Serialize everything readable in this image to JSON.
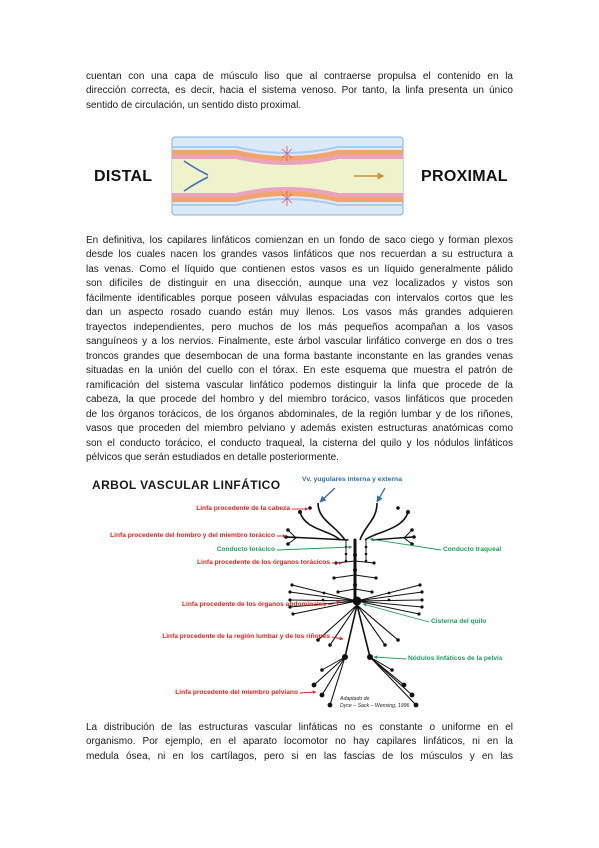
{
  "paragraphs": [
    {
      "lines": [
        "cuentan con una capa de músculo liso que al contraerse propulsa el contenido en la",
        "dirección correcta, es decir, hacia el sistema venoso. Por tanto, la linfa presenta un único",
        "sentido de circulación, un sentido disto proximal."
      ]
    },
    {
      "lines": [
        "En definitiva, los capilares linfáticos comienzan en un fondo de saco ciego y forman plexos",
        "desde los cuales nacen los grandes vasos linfáticos que nos recuerdan a su estructura a",
        "las venas. Como el líquido que contienen estos vasos es un líquido generalmente pálido",
        "son difíciles de distinguir en una disección, aunque una vez localizados y vistos son",
        "fácilmente identificables porque poseen válvulas espaciadas con intervalos cortos que les",
        "dan un aspecto rosado cuando están muy llenos. Los vasos más grandes adquieren",
        "trayectos independientes, pero muchos de los más pequeños acompañan a los vasos",
        "sanguíneos y a los nervios. Finalmente, este árbol vascular linfático converge en dos o tres",
        "troncos grandes que desembocan de una forma bastante inconstante en las grandes venas",
        "situadas en la unión del cuello con el tórax. En este esquema que muestra el patrón de",
        "ramificación del sistema vascular linfático podemos distinguir la linfa que procede de la",
        "cabeza, la que procede del hombro y del miembro torácico, vasos linfáticos que proceden",
        "de los órganos torácicos, de los órganos abdominales, de la región lumbar y de los riñones,",
        "vasos que proceden del miembro pelviano y además existen estructuras anatómicas como",
        "son el conducto torácico, el conducto traqueal, la cisterna del quilo y los nódulos linfáticos",
        "pélvicos que serán estudiados en detalle posteriormente."
      ]
    },
    {
      "lines": [
        "La distribución de las estructuras vascular linfáticas no es constante o uniforme en el",
        "organismo. Por ejemplo, en el aparato locomotor no hay capilares linfáticos, ni en la",
        "medula ósea, ni en los cartílagos, pero si en las fascias de los músculos y en las"
      ]
    }
  ],
  "valve_figure": {
    "left_label": "DISTAL",
    "right_label": "PROXIMAL"
  },
  "lymph_tree": {
    "title": "ARBOL VASCULAR LINFÁTICO",
    "jugular_label": "Vv. yugulares interna y externa",
    "red_labels": {
      "head": "Linfa procedente de la cabeza",
      "shoulder_limb": "Linfa procedente del hombro y del miembro torácico",
      "thoracic_organs": "Linfa procedente de los órganos torácicos",
      "abdominal_organs": "Linfa procedente de los órganos abdominales",
      "lumbar_kidneys": "Linfa procedente de la región lumbar y de los riñones",
      "pelvic_limb": "Linfa procedente del miembro pelviano"
    },
    "green_labels": {
      "thoracic_duct": "Conducto torácico",
      "tracheal_duct": "Conducto traqueal",
      "cisterna_chyli": "Cisterna del quilo",
      "pelvic_nodes": "Nódulos linfáticos de la pelvis"
    },
    "attribution": [
      "Adaptado de",
      "Dyce – Sack – Wensing, 1996"
    ]
  },
  "colors": {
    "red_label": "#d7261e",
    "green_label": "#1e9c5a",
    "blue_label": "#2f6db5"
  }
}
